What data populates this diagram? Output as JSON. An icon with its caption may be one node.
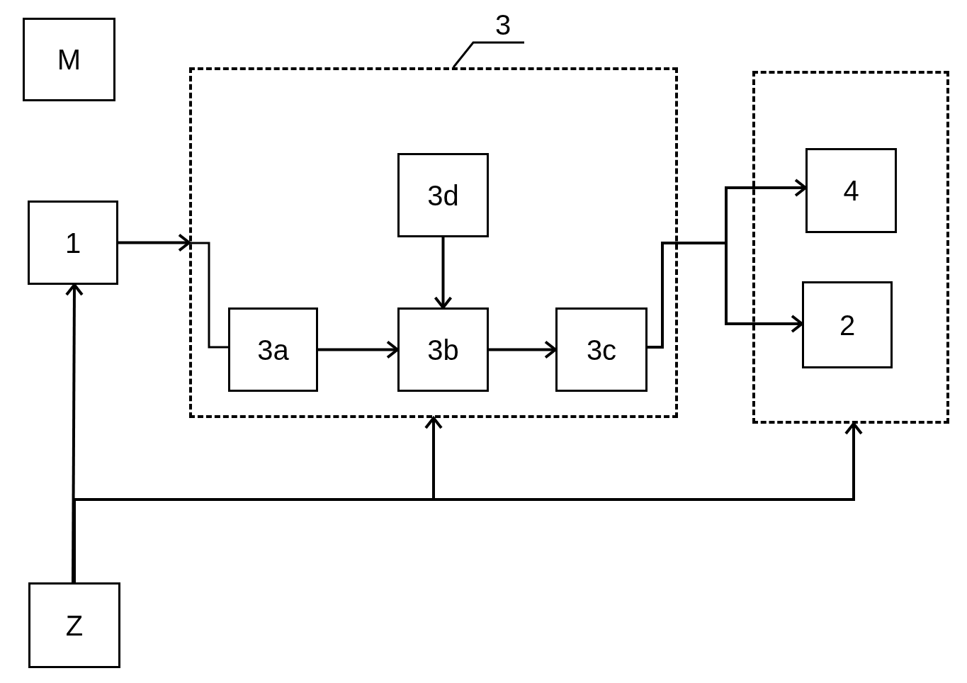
{
  "diagram": {
    "nodes": [
      {
        "text": [
          "M"
        ]
      },
      {
        "text": [
          "1"
        ]
      },
      {
        "text": [],
        "shape": "box"
      },
      {
        "text": [
          "3d"
        ],
        "in": 2
      },
      {
        "text": [
          "3a"
        ],
        "in": 2
      },
      {
        "text": [
          "3b"
        ],
        "in": 2
      },
      {
        "text": [
          "3c"
        ],
        "in": 2
      },
      {
        "text": [],
        "shape": "box"
      },
      {
        "text": [
          "4"
        ],
        "in": 7
      },
      {
        "text": [
          "2"
        ],
        "in": 7
      },
      {
        "text": [
          "Z"
        ]
      },
      {
        "text": [
          "3"
        ]
      }
    ],
    "edges": [
      {
        "from": 1,
        "to": 2,
        "arrow": "to"
      },
      {
        "from": 2,
        "to": 4,
        "arrow": "none"
      },
      {
        "from": 4,
        "to": 5,
        "arrow": "to"
      },
      {
        "from": 5,
        "to": 6,
        "arrow": "to"
      },
      {
        "from": 3,
        "to": 5,
        "arrow": "to"
      },
      {
        "from": 6,
        "to": 8,
        "arrow": "to"
      },
      {
        "from": 6,
        "to": 9,
        "arrow": "to"
      },
      {
        "from": 10,
        "to": 1,
        "arrow": "to"
      },
      {
        "from": 10,
        "to": 2,
        "arrow": "to"
      },
      {
        "from": 10,
        "to": 7,
        "arrow": "to"
      },
      {
        "from": 11,
        "to": 2,
        "arrow": "none"
      }
    ]
  }
}
